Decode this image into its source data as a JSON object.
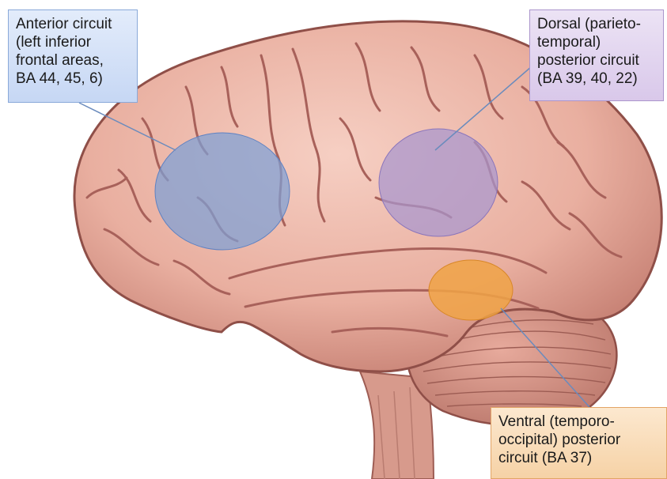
{
  "colors": {
    "anterior": "#7d9fd6",
    "dorsal": "#a895cf",
    "ventral": "#f0a347",
    "brain": "#e8b1a4",
    "sulcus": "#a8615a"
  },
  "regions": [
    {
      "id": "anterior",
      "label_lines": [
        "Anterior circuit",
        "(left inferior",
        "frontal areas,",
        "BA 44, 45, 6)"
      ]
    },
    {
      "id": "dorsal",
      "label_lines": [
        "Dorsal (parieto-",
        "temporal)",
        "posterior circuit",
        "(BA 39, 40, 22)"
      ]
    },
    {
      "id": "ventral",
      "label_lines": [
        "Ventral (temporo-",
        "occipital) posterior",
        "circuit (BA 37)"
      ]
    }
  ]
}
